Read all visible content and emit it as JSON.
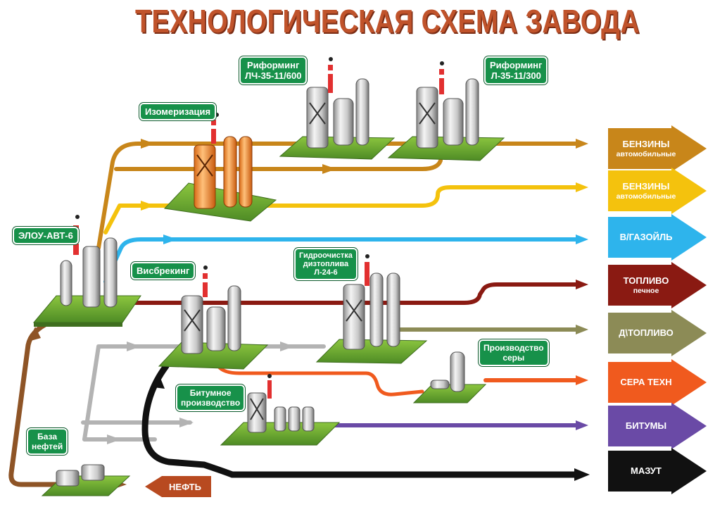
{
  "title": "ТЕХНОЛОГИЧЕСКАЯ СХЕМА ЗАВОДА",
  "units": {
    "elou": "ЭЛОУ-АВТ-6",
    "isomer": "Изомеризация",
    "reform1": [
      "Риформинг",
      "ЛЧ-35-11/600"
    ],
    "reform2": [
      "Риформинг",
      "Л-35-11/300"
    ],
    "visbreak": "Висбрекинг",
    "hydro": [
      "Гидроочистка",
      "дизтоплива",
      "Л-24-6"
    ],
    "sulfur": [
      "Производство",
      "серы"
    ],
    "bitumen": [
      "Битумное",
      "производство"
    ],
    "base": [
      "База",
      "нефтей"
    ]
  },
  "input": "НЕФТЬ",
  "products": [
    {
      "label": "БЕНЗИНЫ",
      "sub": "автомобильные",
      "color": "#c8861a"
    },
    {
      "label": "БЕНЗИНЫ",
      "sub": "автомобильные",
      "color": "#f4c20d"
    },
    {
      "label": "В/ГАЗОЙЛЬ",
      "sub": "",
      "color": "#2eb4ec"
    },
    {
      "label": "ТОПЛИВО",
      "sub": "печное",
      "color": "#8a1a12"
    },
    {
      "label": "Д\\ТОПЛИВО",
      "sub": "",
      "color": "#8c8b56"
    },
    {
      "label": "СЕРА ТЕХН",
      "sub": "",
      "color": "#f05a1e"
    },
    {
      "label": "БИТУМЫ",
      "sub": "",
      "color": "#6a4aa6"
    },
    {
      "label": "МАЗУТ",
      "sub": "",
      "color": "#111111"
    }
  ]
}
